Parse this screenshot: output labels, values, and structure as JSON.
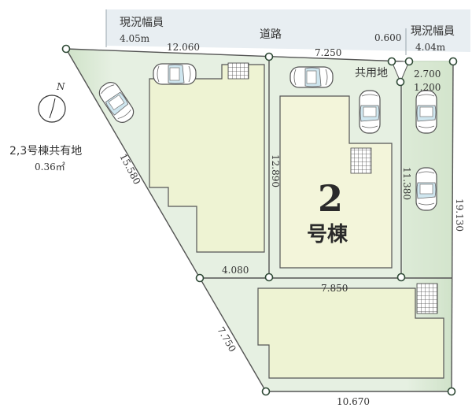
{
  "road": {
    "label": "道路",
    "width_left_caption": "現況幅員",
    "width_left_value": "4.05m",
    "width_right_caption": "現況幅員",
    "width_right_value": "4.04m"
  },
  "shared_land_note": {
    "line1": "2,3号棟共有地",
    "line2": "0.36㎡"
  },
  "shared_land_tag": "共用地",
  "building": {
    "number": "2",
    "suffix": "号棟"
  },
  "north_label": "N",
  "dimensions": {
    "top_left": "12.060",
    "top_mid": "7.250",
    "top_right_small": "0.600",
    "right_small_a": "2.700",
    "right_small_b": "1.200",
    "left_diag": "15.580",
    "lot_left_vertical": "12.890",
    "corridor_vertical": "11.380",
    "right_side": "19.130",
    "mid_bottom_left": "4.080",
    "mid_line": "7.850",
    "lower_left_diag": "7.750",
    "bottom": "10.670"
  },
  "colors": {
    "lot_fill": "#e4efdf",
    "lot_edge": "#b9d2b2",
    "house_fill": "#f1f4d8",
    "house_stroke": "#555555",
    "road_fill": "#e8eef2",
    "node_stroke": "#2f4a36"
  }
}
